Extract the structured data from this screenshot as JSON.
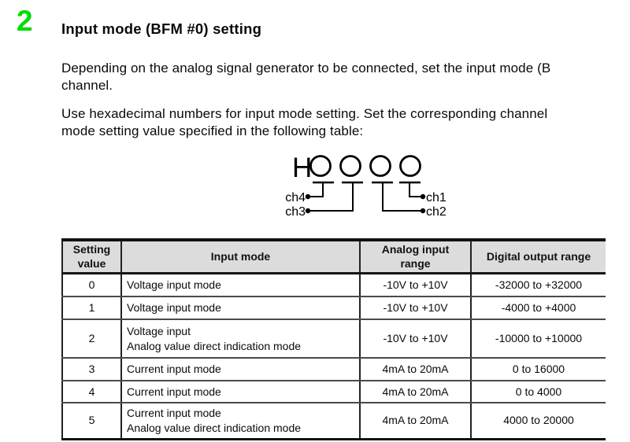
{
  "page": {
    "section_number": "2",
    "heading": "Input mode (BFM #0) setting",
    "para1": {
      "line1": "Depending on the analog signal generator to be connected, set the input mode (B",
      "line2": "channel."
    },
    "para2": {
      "line1": "Use hexadecimal numbers for input mode setting. Set the corresponding channel",
      "line2": "mode setting value specified in the following table:"
    }
  },
  "diagram": {
    "prefix": "H",
    "ch1": "ch1",
    "ch2": "ch2",
    "ch3": "ch3",
    "ch4": "ch4"
  },
  "table": {
    "headers": [
      {
        "line1": "Setting",
        "line2": "value"
      },
      {
        "line1": "Input mode",
        "line2": ""
      },
      {
        "line1": "Analog input",
        "line2": "range"
      },
      {
        "line1": "Digital output range",
        "line2": ""
      }
    ],
    "rows": [
      {
        "setting": "0",
        "mode1": "Voltage input mode",
        "mode2": "",
        "analog": "-10V to +10V",
        "digital": "-32000 to +32000"
      },
      {
        "setting": "1",
        "mode1": "Voltage input mode",
        "mode2": "",
        "analog": "-10V to +10V",
        "digital": "-4000 to +4000"
      },
      {
        "setting": "2",
        "mode1": "Voltage input",
        "mode2": "Analog value direct indication mode",
        "analog": "-10V to +10V",
        "digital": "-10000 to +10000"
      },
      {
        "setting": "3",
        "mode1": "Current input mode",
        "mode2": "",
        "analog": "4mA to 20mA",
        "digital": "0 to 16000"
      },
      {
        "setting": "4",
        "mode1": "Current input mode",
        "mode2": "",
        "analog": "4mA to 20mA",
        "digital": "0 to 4000"
      },
      {
        "setting": "5",
        "mode1": "Current input mode",
        "mode2": "Analog value direct indication mode",
        "analog": "4mA to 20mA",
        "digital": "4000 to 20000"
      }
    ]
  },
  "colors": {
    "section_green": "#00dd00",
    "table_header_bg": "#dcdcdc"
  }
}
